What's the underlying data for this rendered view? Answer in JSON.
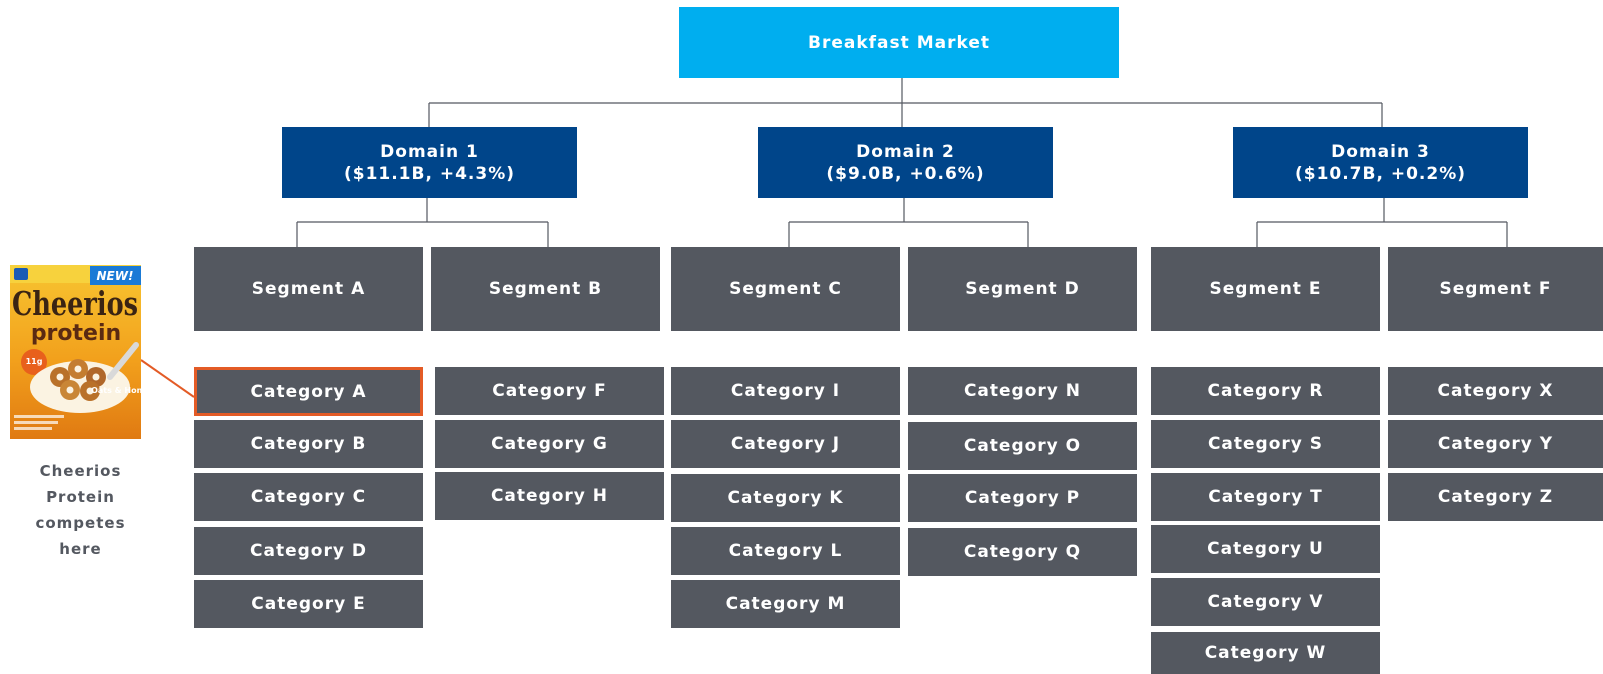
{
  "root": {
    "label": "Breakfast Market"
  },
  "domains": [
    {
      "name": "Domain 1",
      "stats": "($11.1B, +4.3%)"
    },
    {
      "name": "Domain 2",
      "stats": "($9.0B, +0.6%)"
    },
    {
      "name": "Domain 3",
      "stats": "($10.7B, +0.2%)"
    }
  ],
  "segments": [
    "Segment A",
    "Segment B",
    "Segment C",
    "Segment D",
    "Segment E",
    "Segment F"
  ],
  "categories": {
    "A": [
      "Category A",
      "Category B",
      "Category C",
      "Category D",
      "Category E"
    ],
    "B": [
      "Category F",
      "Category G",
      "Category H"
    ],
    "C": [
      "Category I",
      "Category J",
      "Category K",
      "Category L",
      "Category M"
    ],
    "D": [
      "Category N",
      "Category O",
      "Category P",
      "Category Q"
    ],
    "E": [
      "Category R",
      "Category S",
      "Category T",
      "Category U",
      "Category V",
      "Category W"
    ],
    "F": [
      "Category X",
      "Category Y",
      "Category Z"
    ]
  },
  "product": {
    "badge": "NEW!",
    "brand": "Cheerios",
    "variant": "protein",
    "protein_badge": "11g",
    "flavor": "Oats & Honey",
    "caption": "Cheerios Protein competes here"
  },
  "colors": {
    "root": "#00aeef",
    "domain": "#00458a",
    "segment": "#545860",
    "highlight": "#e35b26"
  }
}
